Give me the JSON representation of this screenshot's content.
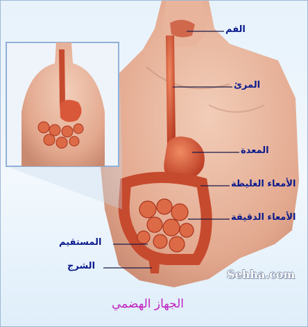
{
  "labels": {
    "mouth": "الفم",
    "esophagus": "المرئ",
    "stomach": "المعدة",
    "large_intestine": "الأمعاء الغليظة",
    "small_intestine": "الأمعاء الدقيقة",
    "rectum": "المستقيم",
    "anus": "الشرج"
  },
  "watermark": "Sehha.com",
  "caption": "الجهاز الهضمي",
  "colors": {
    "label_text": "#0a1a8c",
    "caption_text": "#c020c0",
    "skin": "#e8b8a0",
    "organ": "#d9583a",
    "inset_border": "#8fb0d8"
  }
}
